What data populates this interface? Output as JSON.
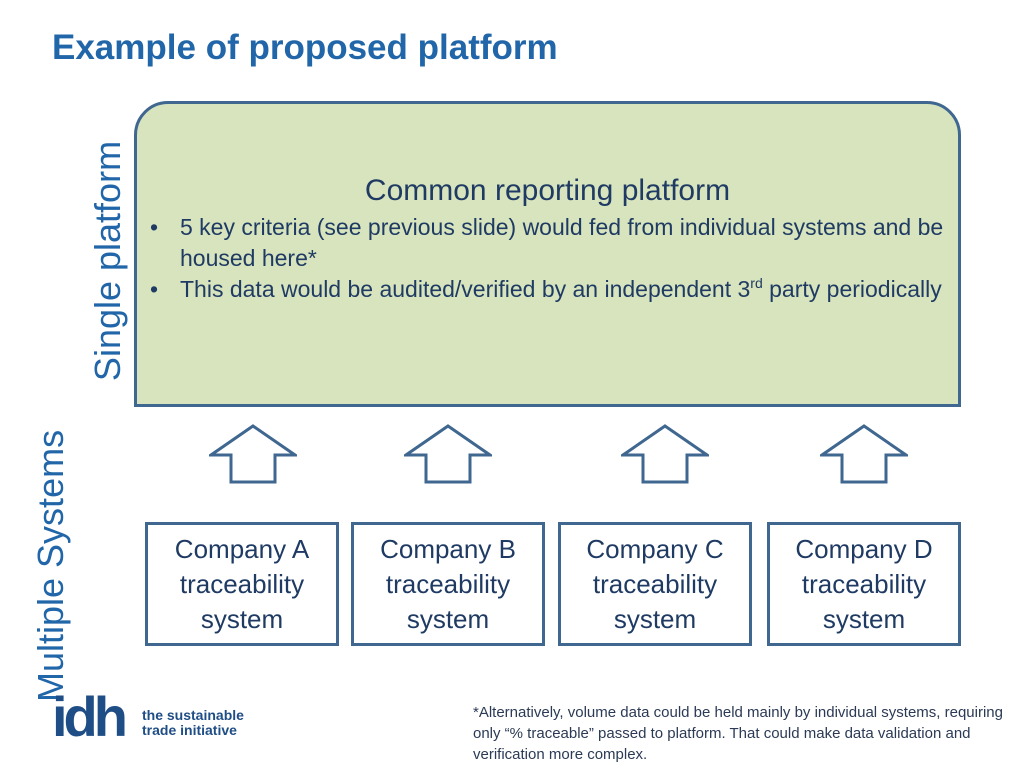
{
  "slide": {
    "title": "Example of proposed platform",
    "single_label": "Single platform",
    "multiple_label": "Multiple Systems"
  },
  "platform": {
    "title": "Common reporting platform",
    "bullets": [
      {
        "text": "5 key criteria (see previous slide) would fed from individual systems and be housed here*"
      },
      {
        "pre": "This data would be audited/verified by an independent 3",
        "sup": "rd",
        "post": " party periodically"
      }
    ]
  },
  "companies": [
    {
      "label": "Company A traceability system"
    },
    {
      "label": "Company B traceability system"
    },
    {
      "label": "Company C traceability system"
    },
    {
      "label": "Company D traceability system"
    }
  ],
  "logo": {
    "mark": "idh",
    "line1": "the sustainable",
    "line2": "trade initiative",
    "color": "#1f4d86"
  },
  "footnote": "*Alternatively, volume data could be held mainly by individual systems, requiring only “% traceable” passed to platform. That could make data validation and verification more complex.",
  "colors": {
    "title": "#2166a8",
    "platform_fill": "#d7e4bd",
    "border": "#3f6790"
  }
}
